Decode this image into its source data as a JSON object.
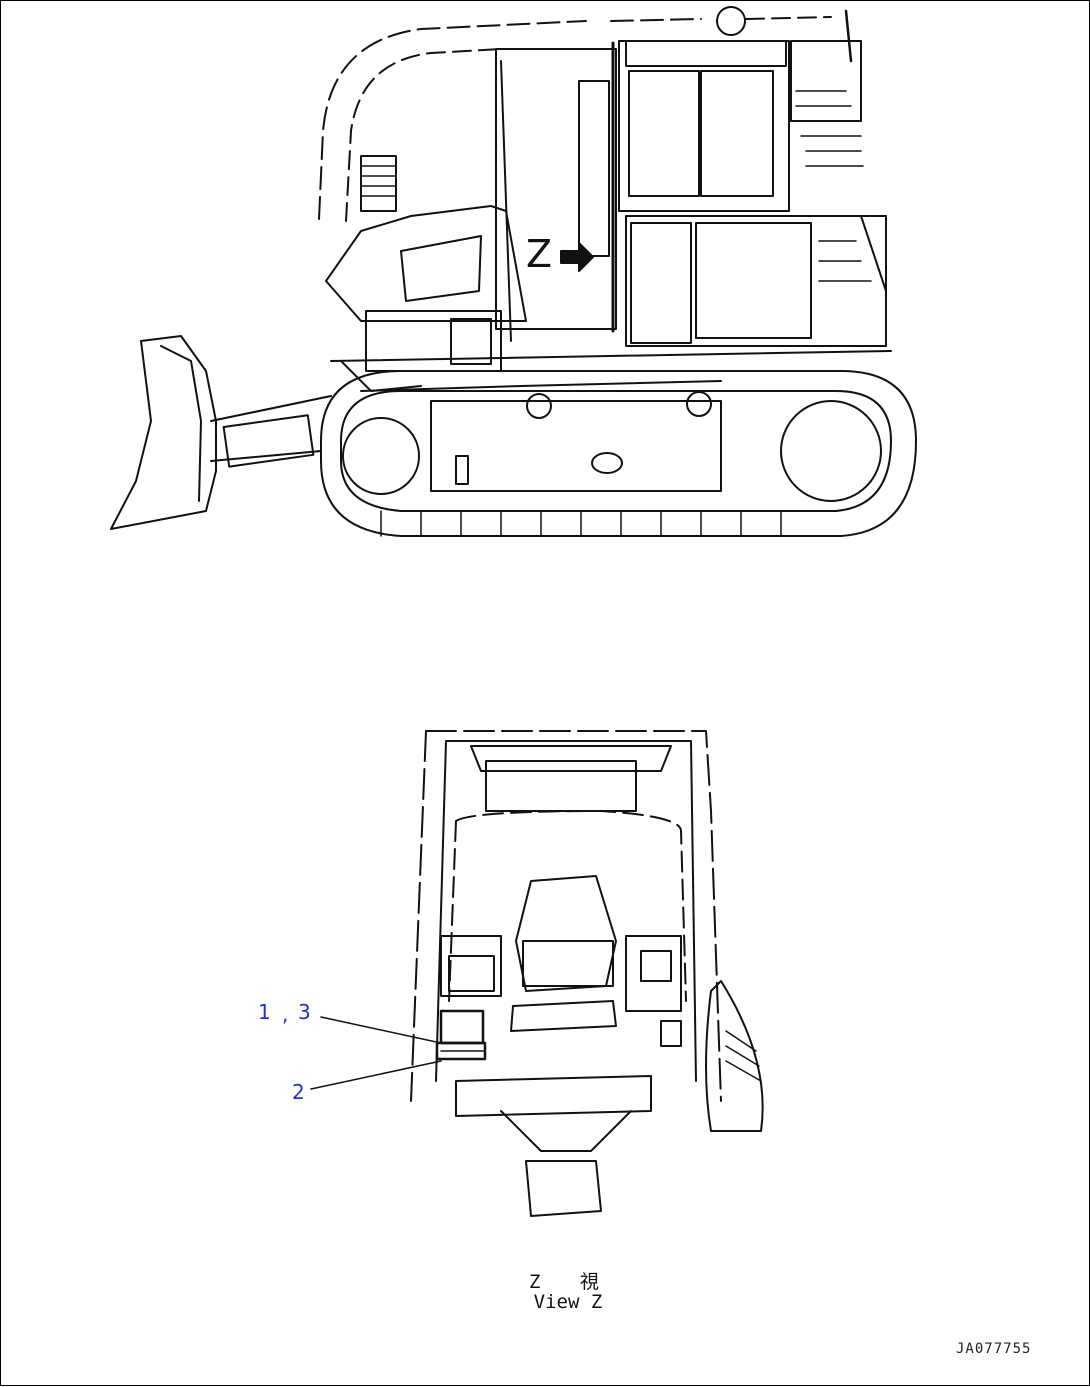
{
  "side_view": {
    "view_marker": "Z"
  },
  "callouts": {
    "first": "1",
    "separator": ",",
    "second": "3",
    "third": "2"
  },
  "view": {
    "label_jp": "Z 視",
    "label_en": "View Z"
  },
  "drawing_id": "JA077755",
  "colors": {
    "line": "#111111",
    "callout": "#1f2fd0",
    "background": "#ffffff"
  }
}
